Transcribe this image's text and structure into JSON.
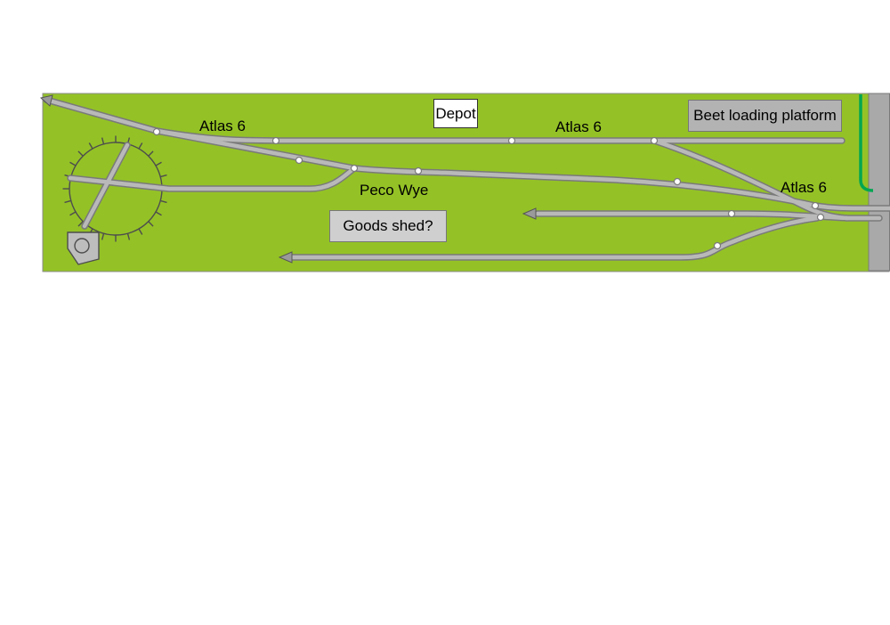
{
  "diagram": {
    "labels": {
      "atlas6_left": "Atlas 6",
      "atlas6_mid": "Atlas 6",
      "atlas6_right": "Atlas 6",
      "depot": "Depot",
      "beet_platform": "Beet loading platform",
      "peco_wye": "Peco Wye",
      "goods_shed": "Goods shed?"
    },
    "colors": {
      "board": "#94c226",
      "track_fill": "#b9b9b9",
      "track_edge": "#7a7a7a",
      "platform_fill": "#b3b3b3",
      "shed_fill": "#cfcfcf",
      "depot_fill": "#ffffff",
      "side_strip": "#a9a9a9",
      "accent_line": "#00a651",
      "joint_dot": "#ffffff"
    }
  }
}
